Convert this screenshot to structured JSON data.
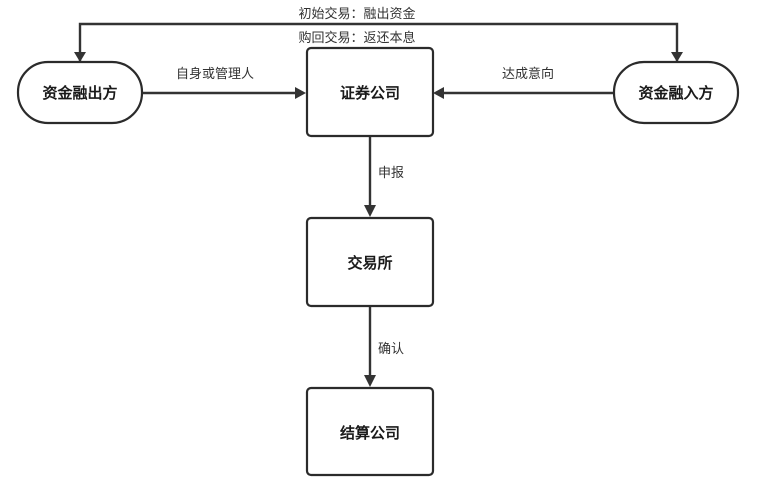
{
  "nodes": {
    "funder": "资金融出方",
    "securities_company": "证券公司",
    "borrower": "资金融入方",
    "exchange": "交易所",
    "clearing_company": "结算公司"
  },
  "edges": {
    "funder_to_securities": "自身或管理人",
    "borrower_to_securities": "达成意向",
    "securities_to_exchange": "申报",
    "exchange_to_clearing": "确认",
    "initial_trade": "初始交易：融出资金",
    "repurchase_trade": "购回交易：返还本息"
  },
  "colors": {
    "stroke": "#2b2b2b",
    "arrow": "#333333",
    "text": "#1a1a1a",
    "background": "#ffffff"
  }
}
